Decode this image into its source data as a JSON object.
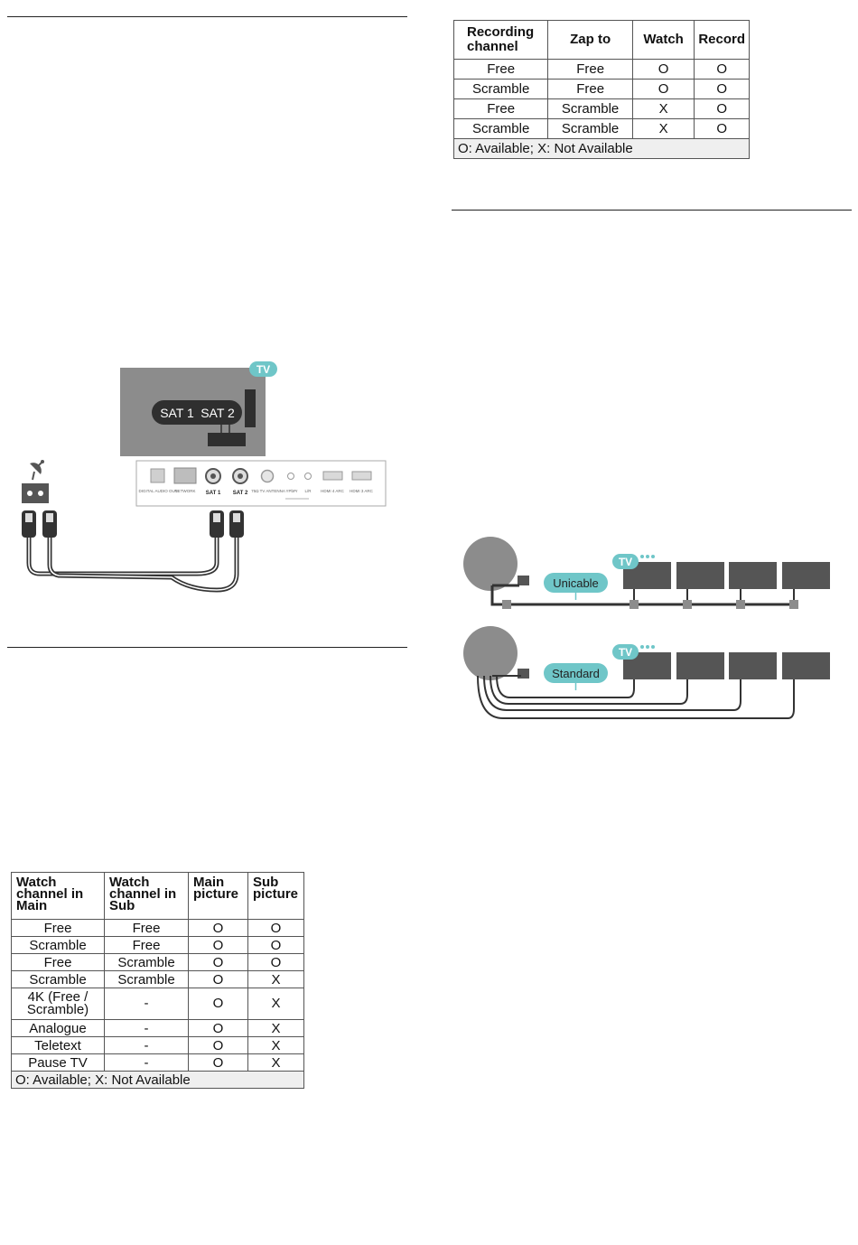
{
  "satellite_diagram": {
    "tv_badge": "TV",
    "sat1_label": "SAT 1",
    "sat2_label": "SAT 2",
    "ports": [
      {
        "label": "DIGITAL AUDIO OUT"
      },
      {
        "label": "NETWORK"
      },
      {
        "label": "SAT 1"
      },
      {
        "label": "SAT 2"
      },
      {
        "label": "75Ω TV ANTENNA"
      },
      {
        "label": "YPbPr"
      },
      {
        "label": "L/R"
      },
      {
        "label": "HDMI 4 ARC"
      },
      {
        "label": "HDMI 3 ARC"
      }
    ]
  },
  "recording_table": {
    "headers": [
      "Recording channel",
      "Zap to",
      "Watch",
      "Record"
    ],
    "rows": [
      [
        "Free",
        "Free",
        "O",
        "O"
      ],
      [
        "Scramble",
        "Free",
        "O",
        "O"
      ],
      [
        "Free",
        "Scramble",
        "X",
        "O"
      ],
      [
        "Scramble",
        "Scramble",
        "X",
        "O"
      ]
    ],
    "note": "O: Available; X: Not Available"
  },
  "cable_diagram": {
    "tv_badge_top": "TV",
    "tv_badge_bottom": "TV",
    "unicable_label": "Unicable",
    "standard_label": "Standard"
  },
  "pip_table": {
    "headers": [
      "Watch channel in Main",
      "Watch channel in Sub",
      "Main picture",
      "Sub picture"
    ],
    "rows": [
      [
        "Free",
        "Free",
        "O",
        "O"
      ],
      [
        "Scramble",
        "Free",
        "O",
        "O"
      ],
      [
        "Free",
        "Scramble",
        "O",
        "O"
      ],
      [
        "Scramble",
        "Scramble",
        "O",
        "X"
      ],
      [
        "4K (Free / Scramble)",
        "-",
        "O",
        "X"
      ],
      [
        "Analogue",
        "-",
        "O",
        "X"
      ],
      [
        "Teletext",
        "-",
        "O",
        "X"
      ],
      [
        "Pause TV",
        "-",
        "O",
        "X"
      ]
    ],
    "note": "O: Available; X: Not Available"
  },
  "colors": {
    "tv_gray": "#8c8c8c",
    "dark_gray": "#555555",
    "teal": "#6fc6c8",
    "cable": "#333333"
  }
}
